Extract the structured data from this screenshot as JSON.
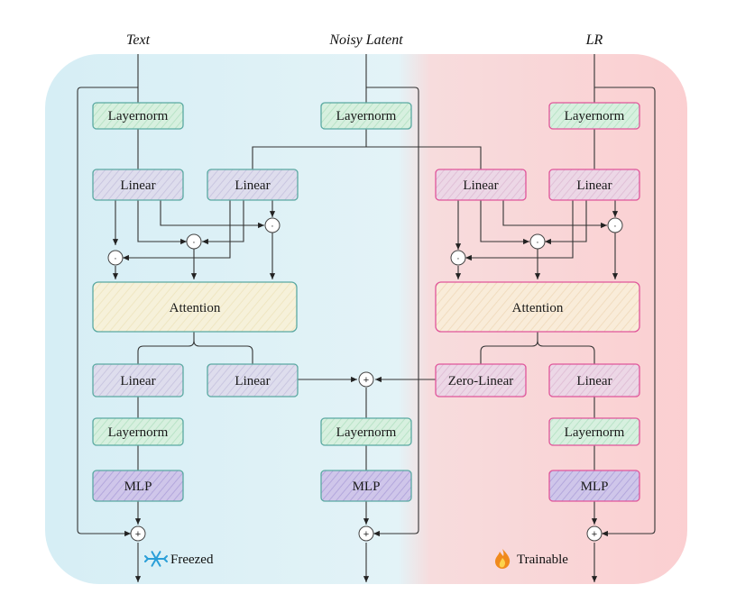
{
  "titles": {
    "text": "Text",
    "noisy": "Noisy Latent",
    "lr": "LR"
  },
  "labels": {
    "layernorm": "Layernorm",
    "linear": "Linear",
    "attention": "Attention",
    "zero_linear": "Zero-Linear",
    "mlp": "MLP"
  },
  "legend": {
    "freezed": "Freezed",
    "trainable": "Trainable"
  },
  "operators": {
    "dot": "·",
    "plus": "+"
  },
  "colors": {
    "left_bg": "#dff1f6",
    "right_bg": "#fbd7d8",
    "freeze_border": "#5aa9a2",
    "train_border": "#e0559a",
    "layernorm_fill": "#d7f0df",
    "linear_fill": "#dcdcec",
    "attention_fill": "#f6f1da",
    "mlp_fill": "#cfc6ea"
  }
}
